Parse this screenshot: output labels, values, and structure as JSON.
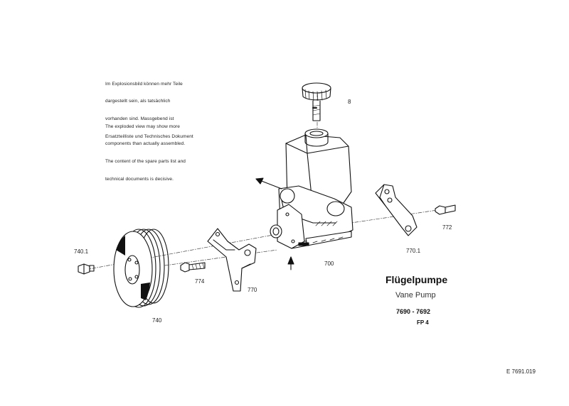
{
  "note_de": [
    "Im Explosionsbild können mehr Teile",
    "dargestellt sein, als tatsächlich",
    "vorhanden sind. Massgebend ist",
    "Ersatzteilliste und Technisches Dokument"
  ],
  "note_en": [
    "The exploded view may show more",
    "components than actually assembled.",
    "The content of the spare parts list and",
    "technical documents is decisive."
  ],
  "part_labels": {
    "p8": "8",
    "p740_1": "740.1",
    "p740": "740",
    "p774": "774",
    "p770": "770",
    "p700": "700",
    "p770_1": "770.1",
    "p772": "772"
  },
  "title_de": "Flügelpumpe",
  "title_en": "Vane Pump",
  "range": "7690 - 7692",
  "code": "FP 4",
  "diagram_id": "E 7691.019"
}
